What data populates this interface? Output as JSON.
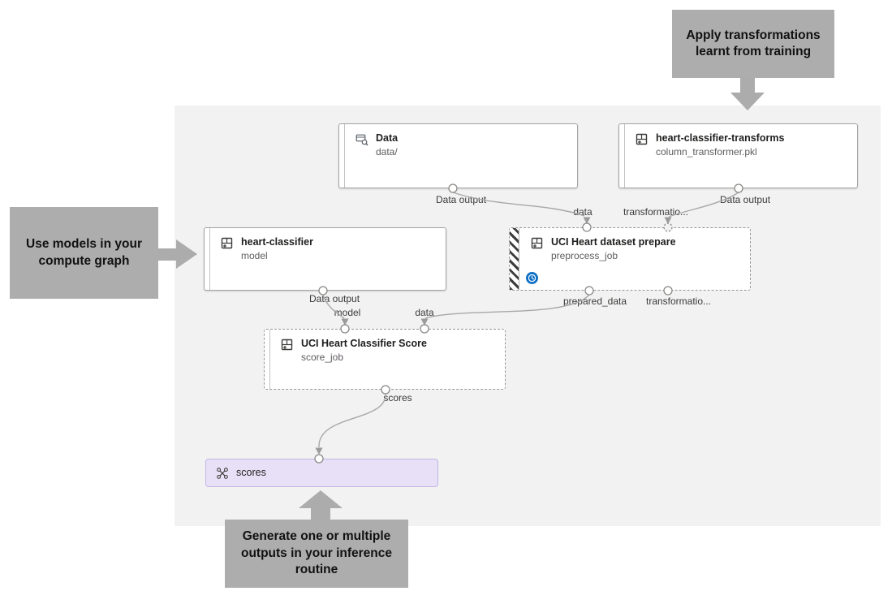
{
  "callouts": {
    "apply_transformations": "Apply transformations learnt from training",
    "use_models": "Use models in your compute graph",
    "generate_outputs": "Generate one or multiple outputs in your inference routine"
  },
  "nodes": {
    "data": {
      "title": "Data",
      "subtitle": "data/"
    },
    "transforms": {
      "title": "heart-classifier-transforms",
      "subtitle": "column_transformer.pkl"
    },
    "classifier": {
      "title": "heart-classifier",
      "subtitle": "model"
    },
    "prepare": {
      "title": "UCI Heart dataset prepare",
      "subtitle": "preprocess_job"
    },
    "score": {
      "title": "UCI Heart Classifier Score",
      "subtitle": "score_job"
    },
    "scores_output": {
      "title": "scores"
    }
  },
  "edge_labels": {
    "data_node_output": "Data output",
    "transforms_node_output": "Data output",
    "classifier_node_output": "Data output",
    "prepare_in_data": "data",
    "prepare_in_transformations": "transformatio...",
    "prepare_out_prepared_data": "prepared_data",
    "prepare_out_transformations": "transformatio...",
    "score_in_model": "model",
    "score_in_data": "data",
    "score_out_scores": "scores"
  },
  "icons": {
    "data_node": "dataset-icon",
    "component_nodes": "component-grid-icon",
    "prepare_status": "clock-pending-icon",
    "scores_node": "pipeline-output-junction-icon"
  },
  "colors": {
    "canvas_bg": "#F2F2F2",
    "callout_bg": "#ADADAD",
    "node_border": "#A6A4A2",
    "edge": "#A8A8A8",
    "scores_node_bg": "#E7E0F7",
    "scores_node_border": "#C2B5E6",
    "status_clock_blue": "#0E6FC4"
  }
}
